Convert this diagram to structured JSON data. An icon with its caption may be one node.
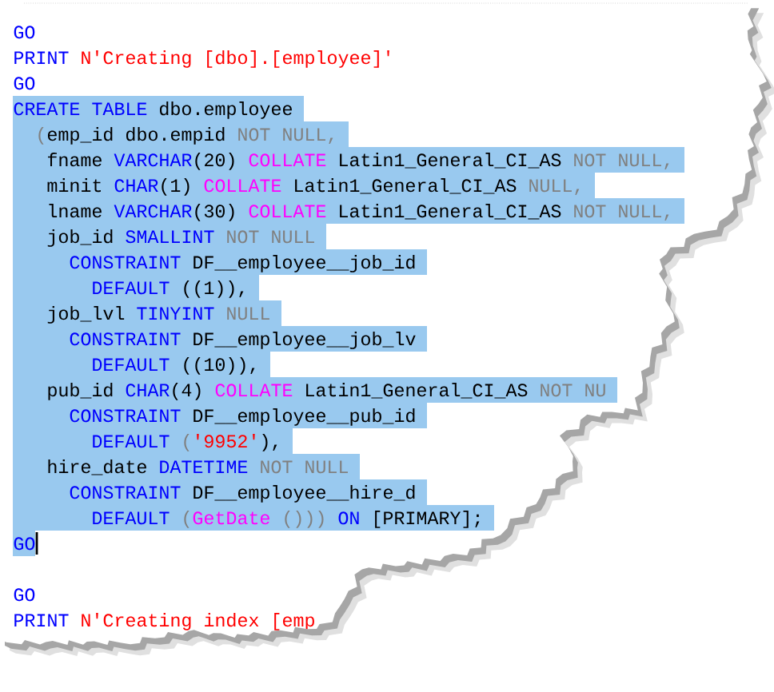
{
  "diagram": {
    "labels": [
      "GO",
      "PRINT",
      "N'Creating [dbo].[employee]'",
      "GO",
      "CREATE TABLE",
      "dbo.employee",
      "(",
      "emp_id dbo.empid",
      "NOT NULL,",
      "fname",
      "VARCHAR",
      "(20)",
      "COLLATE",
      "Latin1_General_CI_AS",
      "NOT NULL,",
      "minit",
      "CHAR",
      "(1)",
      "COLLATE",
      "Latin1_General_CI_AS",
      "NULL,",
      "lname",
      "VARCHAR",
      "(30)",
      "COLLATE",
      "Latin1_General_CI_AS",
      "NOT NULL,",
      "job_id",
      "SMALLINT",
      "NOT NULL",
      "CONSTRAINT",
      "DF__employee__job_id",
      "DEFAULT",
      "((1)),",
      "job_lvl",
      "TINYINT",
      "NULL",
      "CONSTRAINT",
      "DF__employee__job_lv",
      "DEFAULT",
      "((10)),",
      "pub_id",
      "CHAR",
      "(4)",
      "COLLATE",
      "Latin1_General_CI_AS",
      "NOT NU",
      "CONSTRAINT",
      "DF__employee__pub_id",
      "DEFAULT",
      "(",
      "'9952'",
      "),",
      "hire_date",
      "DATETIME",
      "NOT NULL",
      "CONSTRAINT",
      "DF__employee__hire_d",
      "DEFAULT",
      "(",
      "GetDate",
      "()))",
      "ON",
      "[PRIMARY];",
      "GO",
      "GO",
      "PRINT",
      "N'Creating index [emp"
    ]
  }
}
